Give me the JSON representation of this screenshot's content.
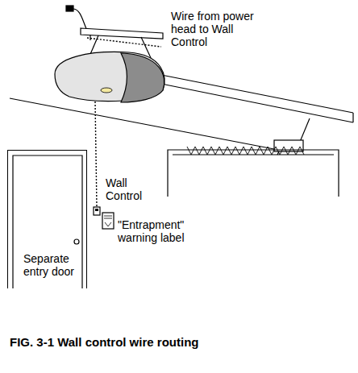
{
  "diagram": {
    "caption": "FIG. 3-1 Wall control wire routing",
    "nodes": [
      {
        "text": [
          "Separate entry door"
        ]
      }
    ],
    "labels": [
      "Wire from power head to Wall Control",
      "Wall Control",
      "\"Entrapment\" warning label"
    ]
  }
}
